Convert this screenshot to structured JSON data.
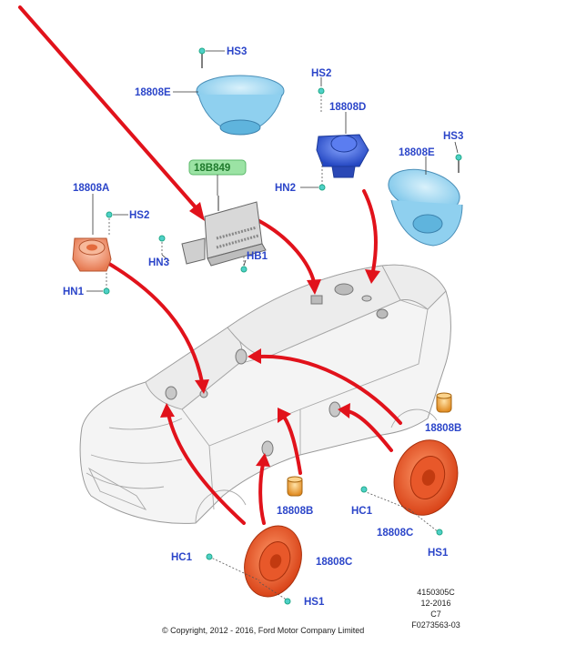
{
  "labels": {
    "hs3_top": "HS3",
    "p18808e_top": "18808E",
    "hs2_right": "HS2",
    "p18808d": "18808D",
    "hs3_right": "HS3",
    "p18808e_right": "18808E",
    "hn2": "HN2",
    "p18b849": "18B849",
    "p18808a": "18808A",
    "hs2_left": "HS2",
    "hn3": "HN3",
    "hb1": "HB1",
    "hn1": "HN1",
    "p18808b_right": "18808B",
    "p18808b_mid": "18808B",
    "hc1_right": "HC1",
    "p18808c_right": "18808C",
    "hs1_right": "HS1",
    "hc1_bottom": "HC1",
    "p18808c_bottom": "18808C",
    "hs1_bottom": "HS1"
  },
  "meta": {
    "line1": "4150305C",
    "line2": "12-2016",
    "line3": "C7",
    "line4": "F0273563-03"
  },
  "copyright": "© Copyright, 2012 - 2016, Ford Motor Company Limited",
  "colors": {
    "label_blue": "#2b45c9",
    "arrow_red": "#e1121b",
    "speaker_light_blue": "#8fd0ef",
    "speaker_blue": "#3a63d8",
    "speaker_orange": "#ee5a2a",
    "speaker_peach": "#f0a080",
    "speaker_small_orange": "#f2a040",
    "tag_green": "#9be3a4"
  }
}
